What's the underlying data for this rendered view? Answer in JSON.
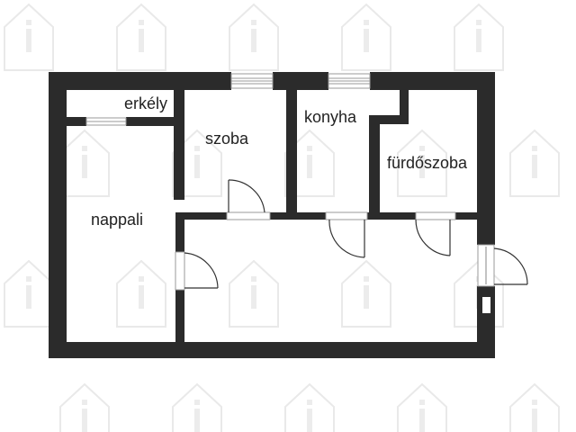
{
  "rooms": {
    "balcony": "erkély",
    "room": "szoba",
    "kitchen": "konyha",
    "bathroom": "fürdőszoba",
    "living": "nappali"
  },
  "colors": {
    "wall": "#2b2b2b",
    "window_frame": "#9a9a9a",
    "door_line": "#333333",
    "watermark": "#e9e9e9",
    "background": "#ffffff"
  },
  "icons": {
    "watermark": "house-info-icon"
  }
}
